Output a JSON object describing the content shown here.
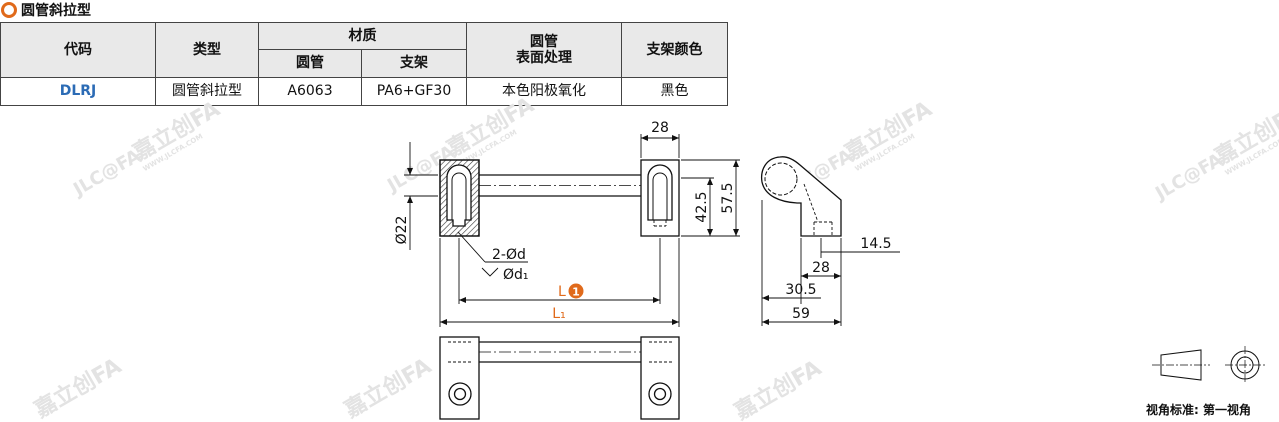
{
  "heading": {
    "title": "圆管斜拉型"
  },
  "table": {
    "headers": {
      "code": "代码",
      "type": "类型",
      "material": "材质",
      "material_tube": "圆管",
      "material_bracket": "支架",
      "surface_l1": "圆管",
      "surface_l2": "表面处理",
      "bracket_color": "支架颜色"
    },
    "row": {
      "code": "DLRJ",
      "type": "圆管斜拉型",
      "tube_material": "A6063",
      "bracket_material": "PA6+GF30",
      "surface": "本色阳极氧化",
      "color": "黑色"
    }
  },
  "watermark": {
    "logo": "JLC@FA",
    "brand": "嘉立创FA",
    "url": "WWW.JLCFA.COM"
  },
  "dimensions": {
    "width_28": "28",
    "height_42_5": "42.5",
    "height_57_5": "57.5",
    "diameter_22": "Ø22",
    "hole_d": "2-Ød",
    "hole_d1": "Ød₁",
    "length_L": "L",
    "length_L1": "L₁",
    "callout_number": "1",
    "side_14_5": "14.5",
    "side_28": "28",
    "side_30_5": "30.5",
    "side_59": "59"
  },
  "view_standard": "视角标准: 第一视角",
  "colors": {
    "accent": "#e06a1b",
    "code_blue": "#2b6bb5",
    "header_bg": "#e9e9e9"
  }
}
